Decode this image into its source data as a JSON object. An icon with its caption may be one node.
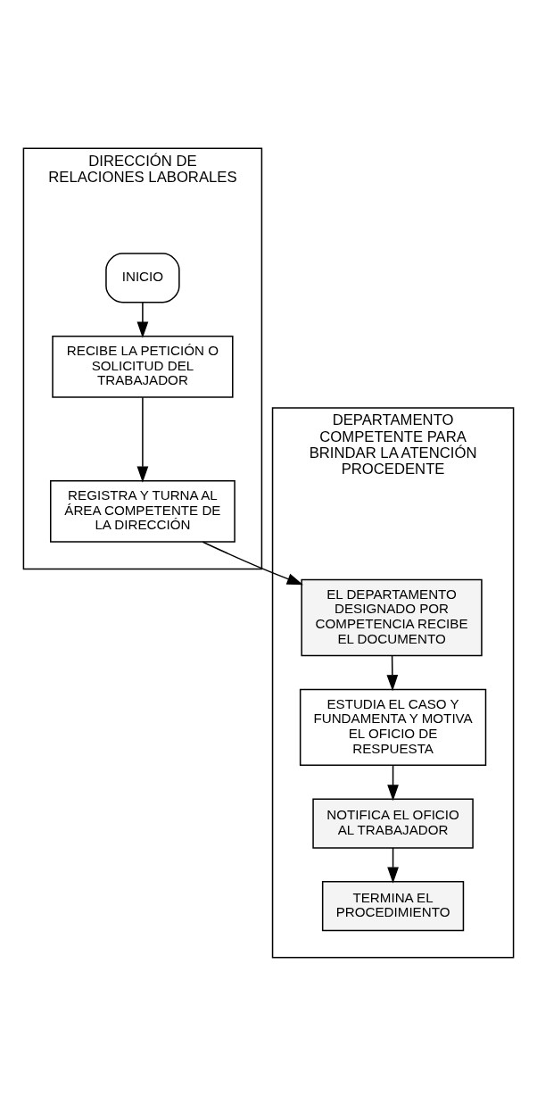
{
  "diagram": {
    "nodes": [
      {
        "text": [
          "DIRECCIÓN DE RELACIONES LABORALES"
        ]
      },
      {
        "text": [
          "DEPARTAMENTO COMPETENTE PARA BRINDAR LA ATENCIÓN PROCEDENTE"
        ]
      },
      {
        "text": [
          "INICIO"
        ],
        "in": 0
      },
      {
        "text": [
          "RECIBE LA PETICIÓN O SOLICITUD DEL TRABAJADOR"
        ],
        "in": 0
      },
      {
        "text": [
          "REGISTRA Y TURNA AL ÁREA COMPETENTE DE LA DIRECCIÓN"
        ],
        "in": 0
      },
      {
        "text": [
          "EL DEPARTAMENTO DESIGNADO POR COMPETENCIA RECIBE EL DOCUMENTO"
        ],
        "in": 1
      },
      {
        "text": [
          "ESTUDIA EL CASO Y FUNDAMENTA Y MOTIVA EL OFICIO DE RESPUESTA"
        ],
        "in": 1
      },
      {
        "text": [
          "NOTIFICA EL OFICIO AL TRABAJADOR"
        ],
        "in": 1
      },
      {
        "text": [
          "TERMINA EL PROCEDIMIENTO"
        ],
        "in": 1
      }
    ],
    "edges": [
      {
        "from": 2,
        "to": 3,
        "arrow": "to"
      },
      {
        "from": 3,
        "to": 4,
        "arrow": "to"
      },
      {
        "from": 4,
        "to": 5,
        "arrow": "to"
      },
      {
        "from": 5,
        "to": 6,
        "arrow": "to"
      },
      {
        "from": 6,
        "to": 7,
        "arrow": "to"
      },
      {
        "from": 7,
        "to": 8,
        "arrow": "to"
      }
    ]
  }
}
